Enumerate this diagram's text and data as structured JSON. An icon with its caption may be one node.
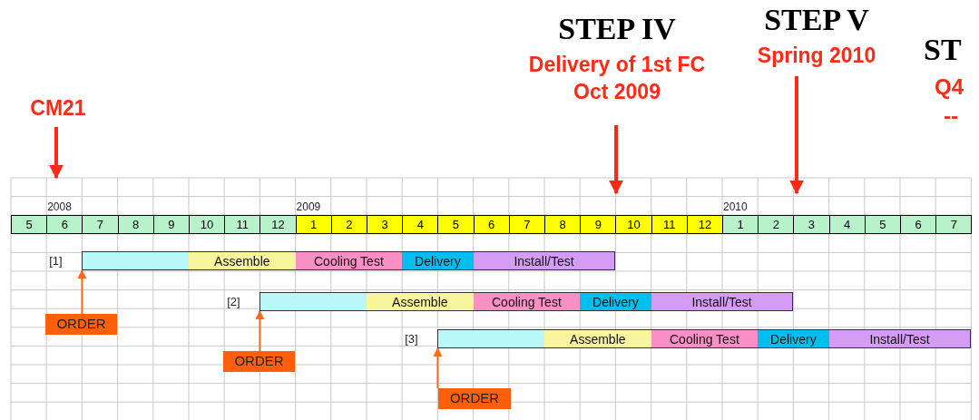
{
  "diagram": {
    "nodes": [
      {
        "text": [
          "CM21"
        ]
      },
      {
        "text": [
          "STEP IV",
          "Delivery of 1st FC Oct 2009"
        ]
      },
      {
        "text": [
          "STEP V",
          "Spring 2010"
        ]
      },
      {
        "text": [],
        "shape": "bar"
      },
      {
        "text": [
          "Assemble"
        ]
      },
      {
        "text": [
          "Cooling Test"
        ]
      },
      {
        "text": [
          "Delivery"
        ]
      },
      {
        "text": [
          "Install/Test"
        ]
      },
      {
        "text": [
          "ORDER"
        ]
      },
      {
        "text": [],
        "shape": "bar"
      },
      {
        "text": [
          "Assemble"
        ]
      },
      {
        "text": [
          "Cooling Test"
        ]
      },
      {
        "text": [
          "Delivery"
        ]
      },
      {
        "text": [
          "Install/Test"
        ]
      },
      {
        "text": [
          "ORDER"
        ]
      },
      {
        "text": [],
        "shape": "bar"
      },
      {
        "text": [
          "Assemble"
        ]
      },
      {
        "text": [
          "Cooling Test"
        ]
      },
      {
        "text": [
          "Delivery"
        ]
      },
      {
        "text": [
          "Install/Test"
        ]
      },
      {
        "text": [
          "ORDER"
        ]
      }
    ],
    "edges": [
      {
        "from": 0,
        "to": null,
        "arrow": "to",
        "style": "thick",
        "color": "#ff2a14"
      },
      {
        "from": 1,
        "to": null,
        "arrow": "to",
        "style": "thick",
        "color": "#ff2a14"
      },
      {
        "from": 2,
        "to": null,
        "arrow": "to",
        "style": "thick",
        "color": "#ff2a14"
      },
      {
        "from": 8,
        "to": 3,
        "arrow": "to",
        "color": "#ff6a1a"
      },
      {
        "from": 14,
        "to": 9,
        "arrow": "to",
        "color": "#ff6a1a"
      },
      {
        "from": 20,
        "to": 15,
        "arrow": "to",
        "color": "#ff6a1a"
      }
    ],
    "labels": [
      "ST",
      "Q4",
      "--",
      "2008",
      "2009",
      "2010",
      "5",
      "6",
      "7",
      "8",
      "9",
      "10",
      "11",
      "12",
      "1",
      "2",
      "3",
      "4",
      "5",
      "6",
      "7",
      "8",
      "9",
      "10",
      "11",
      "12",
      "1",
      "2",
      "3",
      "4",
      "5",
      "6",
      "7",
      "[1]",
      "[2]",
      "[3]"
    ]
  }
}
